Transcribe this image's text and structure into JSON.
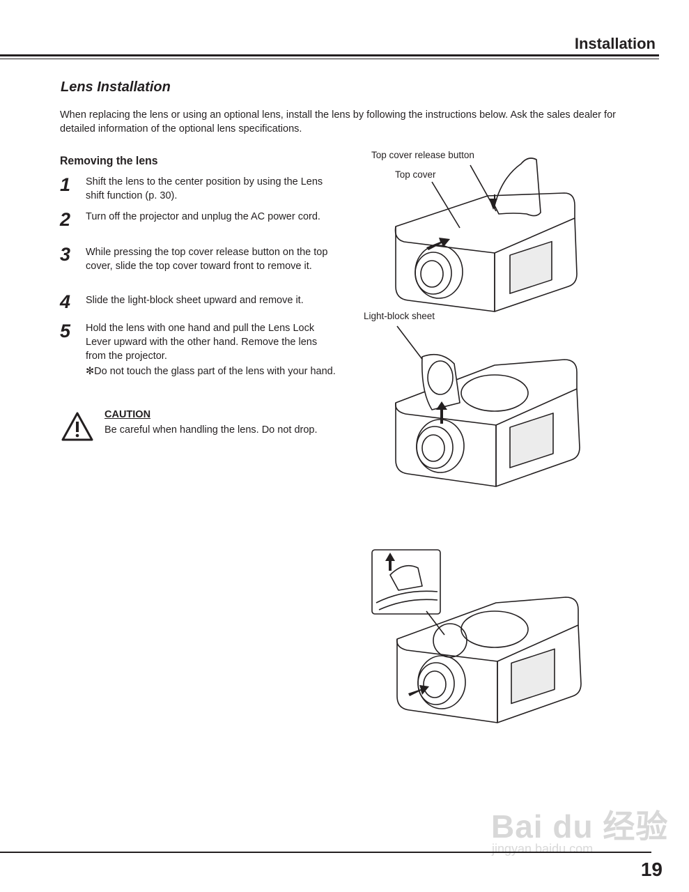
{
  "header": {
    "section_title": "Installation"
  },
  "page_title": "Lens Installation",
  "intro": "When replacing the lens or using an optional lens, install the lens by following the instructions below. Ask the sales dealer for detailed information of the optional lens specifications.",
  "removing": {
    "heading": "Removing the lens",
    "steps": [
      {
        "num": "1",
        "text": "Shift the lens to the center position by using the Lens shift function (p. 30)."
      },
      {
        "num": "2",
        "text": "Turn off the projector and unplug the AC power cord."
      },
      {
        "num": "3",
        "text": "While pressing the top cover release button on the top cover, slide the top cover toward front to remove it."
      },
      {
        "num": "4",
        "text": "Slide the light-block sheet upward and remove it."
      },
      {
        "num": "5",
        "text": "Hold the lens with one hand and pull the Lens Lock Lever upward with the other hand. Remove the lens from the projector."
      }
    ],
    "note": "✻Do not touch the glass part of the lens with your hand."
  },
  "caution": {
    "title": "CAUTION",
    "text": "Be careful when handling the lens. Do not drop."
  },
  "figures": {
    "label_release_button": "Top cover release button",
    "label_top_cover": "Top cover",
    "label_light_block": "Light-block sheet"
  },
  "watermark": {
    "main": "Bai du 经验",
    "url": "jingyan.baidu.com"
  },
  "footer": {
    "page_number": "19"
  }
}
